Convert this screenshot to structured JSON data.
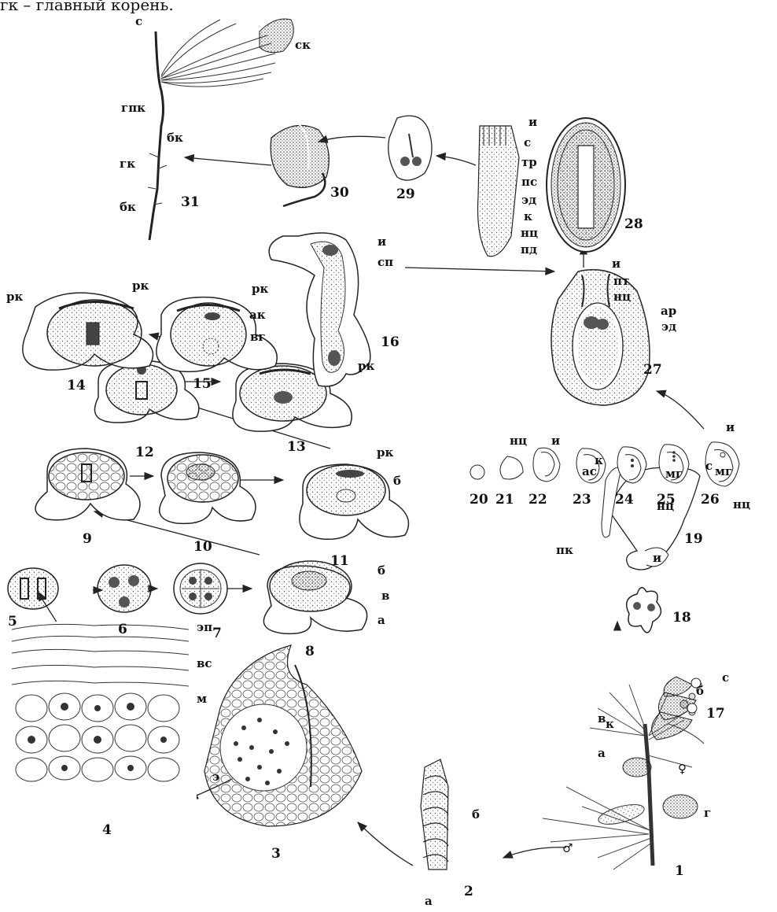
{
  "header": {
    "text": "гк – главный корень."
  },
  "stages": [
    {
      "id": "stage-1",
      "num": "1",
      "labels": [
        "а",
        "б",
        "в",
        "г",
        "♀",
        "♂"
      ]
    },
    {
      "id": "stage-2",
      "num": "2",
      "labels": [
        "а",
        "б"
      ]
    },
    {
      "id": "stage-3",
      "num": "3",
      "labels": [
        "э"
      ]
    },
    {
      "id": "stage-4",
      "num": "4",
      "labels": [
        "эп",
        "вс",
        "м"
      ]
    },
    {
      "id": "stage-5",
      "num": "5"
    },
    {
      "id": "stage-6",
      "num": "6"
    },
    {
      "id": "stage-7",
      "num": "7"
    },
    {
      "id": "stage-8",
      "num": "8",
      "labels": [
        "б",
        "в",
        "а"
      ]
    },
    {
      "id": "stage-9",
      "num": "9"
    },
    {
      "id": "stage-10",
      "num": "10"
    },
    {
      "id": "stage-11",
      "num": "11",
      "labels": [
        "рк",
        "б"
      ]
    },
    {
      "id": "stage-12",
      "num": "12"
    },
    {
      "id": "stage-13",
      "num": "13",
      "labels": [
        "рк"
      ]
    },
    {
      "id": "stage-14",
      "num": "14",
      "labels": [
        "рк"
      ]
    },
    {
      "id": "stage-15",
      "num": "15",
      "labels": [
        "рк",
        "рк",
        "ак",
        "вг"
      ]
    },
    {
      "id": "stage-16",
      "num": "16",
      "labels": [
        "и",
        "сп"
      ]
    },
    {
      "id": "stage-17",
      "num": "17",
      "labels": [
        "с",
        "к"
      ]
    },
    {
      "id": "stage-18",
      "num": "18"
    },
    {
      "id": "stage-19",
      "num": "19",
      "labels": [
        "к",
        "с",
        "нц",
        "пк",
        "и"
      ]
    },
    {
      "id": "stage-20",
      "num": "20"
    },
    {
      "id": "stage-21",
      "num": "21",
      "labels": [
        "нц"
      ]
    },
    {
      "id": "stage-22",
      "num": "22",
      "labels": [
        "и"
      ]
    },
    {
      "id": "stage-23",
      "num": "23",
      "labels": [
        "ас"
      ]
    },
    {
      "id": "stage-24",
      "num": "24"
    },
    {
      "id": "stage-25",
      "num": "25",
      "labels": [
        "мг"
      ]
    },
    {
      "id": "stage-26",
      "num": "26",
      "labels": [
        "и",
        "мг",
        "нц"
      ]
    },
    {
      "id": "stage-27",
      "num": "27",
      "labels": [
        "и",
        "пт",
        "нц",
        "ар",
        "эд"
      ]
    },
    {
      "id": "stage-28",
      "num": "28",
      "labels": [
        "и",
        "с",
        "тр",
        "пс",
        "эд",
        "к",
        "нц",
        "пд"
      ]
    },
    {
      "id": "stage-29",
      "num": "29"
    },
    {
      "id": "stage-30",
      "num": "30"
    },
    {
      "id": "stage-31",
      "num": "31",
      "labels": [
        "с",
        "ск",
        "гпк",
        "бк",
        "гк",
        "бк"
      ]
    }
  ]
}
